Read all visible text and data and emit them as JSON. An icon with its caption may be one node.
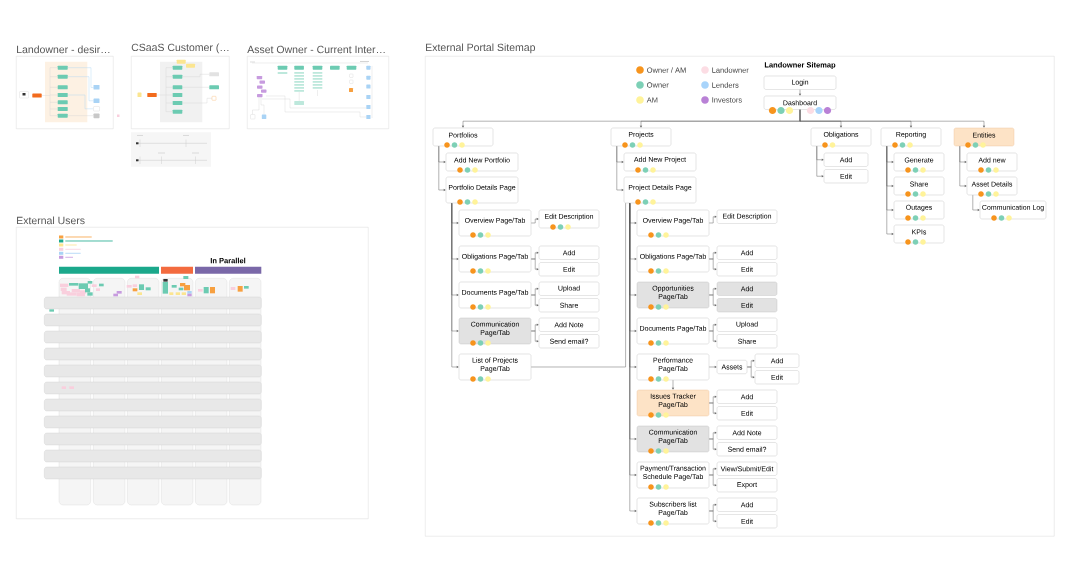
{
  "diagram": {
    "nodes": [
      {
        "text": [
          "Landowner - desir…"
        ]
      },
      {
        "text": [
          "CSaaS Customer (…"
        ]
      },
      {
        "text": [
          "Asset Owner - Current Inter…"
        ]
      },
      {
        "text": [
          "External Users"
        ]
      },
      {
        "text": [
          "External Portal Sitemap"
        ]
      },
      {
        "text": [
          "Login"
        ],
        "in": 4
      },
      {
        "text": [
          "Dashboard"
        ],
        "in": 4
      },
      {
        "text": [
          "Portfolios"
        ],
        "in": 4
      },
      {
        "text": [
          "Projects"
        ],
        "in": 4
      },
      {
        "text": [
          "Obligations"
        ],
        "in": 4
      },
      {
        "text": [
          "Reporting"
        ],
        "in": 4
      },
      {
        "text": [
          "Entities"
        ],
        "in": 4
      },
      {
        "text": [
          "Add New Portfolio"
        ],
        "in": 4
      },
      {
        "text": [
          "Portfolio Details Page"
        ],
        "in": 4
      },
      {
        "text": [
          "Overview Page/Tab"
        ],
        "in": 4
      },
      {
        "text": [
          "Edit Description"
        ],
        "in": 4
      },
      {
        "text": [
          "Obligations Page/Tab"
        ],
        "in": 4
      },
      {
        "text": [
          "Add"
        ],
        "in": 4
      },
      {
        "text": [
          "Edit"
        ],
        "in": 4
      },
      {
        "text": [
          "Documents Page/Tab"
        ],
        "in": 4
      },
      {
        "text": [
          "Upload"
        ],
        "in": 4
      },
      {
        "text": [
          "Share"
        ],
        "in": 4
      },
      {
        "text": [
          "Communication Page/Tab"
        ],
        "in": 4
      },
      {
        "text": [
          "Add Note"
        ],
        "in": 4
      },
      {
        "text": [
          "Send email?"
        ],
        "in": 4
      },
      {
        "text": [
          "List of Projects Page/Tab"
        ],
        "in": 4
      },
      {
        "text": [
          "Add New Project"
        ],
        "in": 4
      },
      {
        "text": [
          "Project Details Page"
        ],
        "in": 4
      },
      {
        "text": [
          "Overview Page/Tab"
        ],
        "in": 4
      },
      {
        "text": [
          "Edit Description"
        ],
        "in": 4
      },
      {
        "text": [
          "Obligations Page/Tab"
        ],
        "in": 4
      },
      {
        "text": [
          "Add"
        ],
        "in": 4
      },
      {
        "text": [
          "Edit"
        ],
        "in": 4
      },
      {
        "text": [
          "Opportunities Page/Tab"
        ],
        "in": 4
      },
      {
        "text": [
          "Add"
        ],
        "in": 4
      },
      {
        "text": [
          "Edit"
        ],
        "in": 4
      },
      {
        "text": [
          "Documents Page/Tab"
        ],
        "in": 4
      },
      {
        "text": [
          "Upload"
        ],
        "in": 4
      },
      {
        "text": [
          "Share"
        ],
        "in": 4
      },
      {
        "text": [
          "Performance Page/Tab"
        ],
        "in": 4
      },
      {
        "text": [
          "Assets"
        ],
        "in": 4
      },
      {
        "text": [
          "Add"
        ],
        "in": 4
      },
      {
        "text": [
          "Edit"
        ],
        "in": 4
      },
      {
        "text": [
          "Issues Tracker Page/Tab"
        ],
        "in": 4
      },
      {
        "text": [
          "Add"
        ],
        "in": 4
      },
      {
        "text": [
          "Edit"
        ],
        "in": 4
      },
      {
        "text": [
          "Communication Page/Tab"
        ],
        "in": 4
      },
      {
        "text": [
          "Add Note"
        ],
        "in": 4
      },
      {
        "text": [
          "Send email?"
        ],
        "in": 4
      },
      {
        "text": [
          "Payment/Transaction Schedule Page/Tab"
        ],
        "in": 4
      },
      {
        "text": [
          "View/Submit/Edit"
        ],
        "in": 4
      },
      {
        "text": [
          "Export"
        ],
        "in": 4
      },
      {
        "text": [
          "Subscribers list Page/Tab"
        ],
        "in": 4
      },
      {
        "text": [
          "Add"
        ],
        "in": 4
      },
      {
        "text": [
          "Edit"
        ],
        "in": 4
      },
      {
        "text": [
          "Add"
        ],
        "in": 4
      },
      {
        "text": [
          "Edit"
        ],
        "in": 4
      },
      {
        "text": [
          "Generate"
        ],
        "in": 4
      },
      {
        "text": [
          "Share"
        ],
        "in": 4
      },
      {
        "text": [
          "Outages"
        ],
        "in": 4
      },
      {
        "text": [
          "KPIs"
        ],
        "in": 4
      },
      {
        "text": [
          "Add new"
        ],
        "in": 4
      },
      {
        "text": [
          "Asset Details"
        ],
        "in": 4
      },
      {
        "text": [
          "Communication Log"
        ],
        "in": 4
      }
    ],
    "edges": [
      {
        "from": 5,
        "to": 6,
        "arrow": "to"
      },
      {
        "from": 6,
        "to": 7,
        "arrow": "to"
      },
      {
        "from": 6,
        "to": 8,
        "arrow": "to"
      },
      {
        "from": 6,
        "to": 9,
        "arrow": "to"
      },
      {
        "from": 6,
        "to": 10,
        "arrow": "to"
      },
      {
        "from": 6,
        "to": 11,
        "arrow": "to"
      },
      {
        "from": 7,
        "to": 12,
        "arrow": "to"
      },
      {
        "from": 7,
        "to": 13,
        "arrow": "to"
      },
      {
        "from": 13,
        "to": 14,
        "arrow": "to"
      },
      {
        "from": 14,
        "to": 15,
        "arrow": "to"
      },
      {
        "from": 13,
        "to": 16,
        "arrow": "to"
      },
      {
        "from": 16,
        "to": 17,
        "arrow": "to"
      },
      {
        "from": 16,
        "to": 18,
        "arrow": "to"
      },
      {
        "from": 13,
        "to": 19,
        "arrow": "to"
      },
      {
        "from": 19,
        "to": 20,
        "arrow": "to"
      },
      {
        "from": 19,
        "to": 21,
        "arrow": "to"
      },
      {
        "from": 13,
        "to": 22,
        "arrow": "to"
      },
      {
        "from": 22,
        "to": 23,
        "arrow": "to"
      },
      {
        "from": 22,
        "to": 24,
        "arrow": "to"
      },
      {
        "from": 13,
        "to": 25,
        "arrow": "to"
      },
      {
        "from": 25,
        "to": 27,
        "arrow": "none"
      },
      {
        "from": 8,
        "to": 26,
        "arrow": "to"
      },
      {
        "from": 8,
        "to": 27,
        "arrow": "to"
      },
      {
        "from": 27,
        "to": 28,
        "arrow": "to"
      },
      {
        "from": 28,
        "to": 29,
        "arrow": "to"
      },
      {
        "from": 27,
        "to": 30,
        "arrow": "to"
      },
      {
        "from": 30,
        "to": 31,
        "arrow": "to"
      },
      {
        "from": 30,
        "to": 32,
        "arrow": "to"
      },
      {
        "from": 27,
        "to": 33,
        "arrow": "to"
      },
      {
        "from": 33,
        "to": 34,
        "arrow": "to"
      },
      {
        "from": 33,
        "to": 35,
        "arrow": "to"
      },
      {
        "from": 27,
        "to": 36,
        "arrow": "to"
      },
      {
        "from": 36,
        "to": 37,
        "arrow": "to"
      },
      {
        "from": 36,
        "to": 38,
        "arrow": "to"
      },
      {
        "from": 27,
        "to": 39,
        "arrow": "to"
      },
      {
        "from": 39,
        "to": 40,
        "arrow": "to"
      },
      {
        "from": 40,
        "to": 41,
        "arrow": "to"
      },
      {
        "from": 40,
        "to": 42,
        "arrow": "to"
      },
      {
        "from": 39,
        "to": 43,
        "arrow": "to"
      },
      {
        "from": 43,
        "to": 44,
        "arrow": "to"
      },
      {
        "from": 43,
        "to": 45,
        "arrow": "to"
      },
      {
        "from": 27,
        "to": 46,
        "arrow": "to"
      },
      {
        "from": 46,
        "to": 47,
        "arrow": "to"
      },
      {
        "from": 46,
        "to": 48,
        "arrow": "to"
      },
      {
        "from": 27,
        "to": 49,
        "arrow": "to"
      },
      {
        "from": 49,
        "to": 50,
        "arrow": "to"
      },
      {
        "from": 49,
        "to": 51,
        "arrow": "to"
      },
      {
        "from": 27,
        "to": 52,
        "arrow": "to"
      },
      {
        "from": 52,
        "to": 53,
        "arrow": "to"
      },
      {
        "from": 52,
        "to": 54,
        "arrow": "to"
      },
      {
        "from": 9,
        "to": 55,
        "arrow": "to"
      },
      {
        "from": 9,
        "to": 56,
        "arrow": "to"
      },
      {
        "from": 10,
        "to": 57,
        "arrow": "to"
      },
      {
        "from": 10,
        "to": 58,
        "arrow": "to"
      },
      {
        "from": 10,
        "to": 59,
        "arrow": "to"
      },
      {
        "from": 10,
        "to": 60,
        "arrow": "to"
      },
      {
        "from": 11,
        "to": 61,
        "arrow": "to"
      },
      {
        "from": 11,
        "to": 62,
        "arrow": "to"
      },
      {
        "from": 62,
        "to": 63,
        "arrow": "to"
      }
    ],
    "labels": [
      "Landowner Sitemap",
      "In Parallel"
    ],
    "legend": [
      {
        "text": "Owner / AM",
        "color": "#f7941d"
      },
      {
        "text": "Landowner",
        "color": "#fcdde4"
      },
      {
        "text": "Owner",
        "color": "#7dd0b6"
      },
      {
        "text": "Lenders",
        "color": "#a8d4fb"
      },
      {
        "text": "AM",
        "color": "#fff39a"
      },
      {
        "text": "Investors",
        "color": "#b981d6"
      }
    ]
  }
}
